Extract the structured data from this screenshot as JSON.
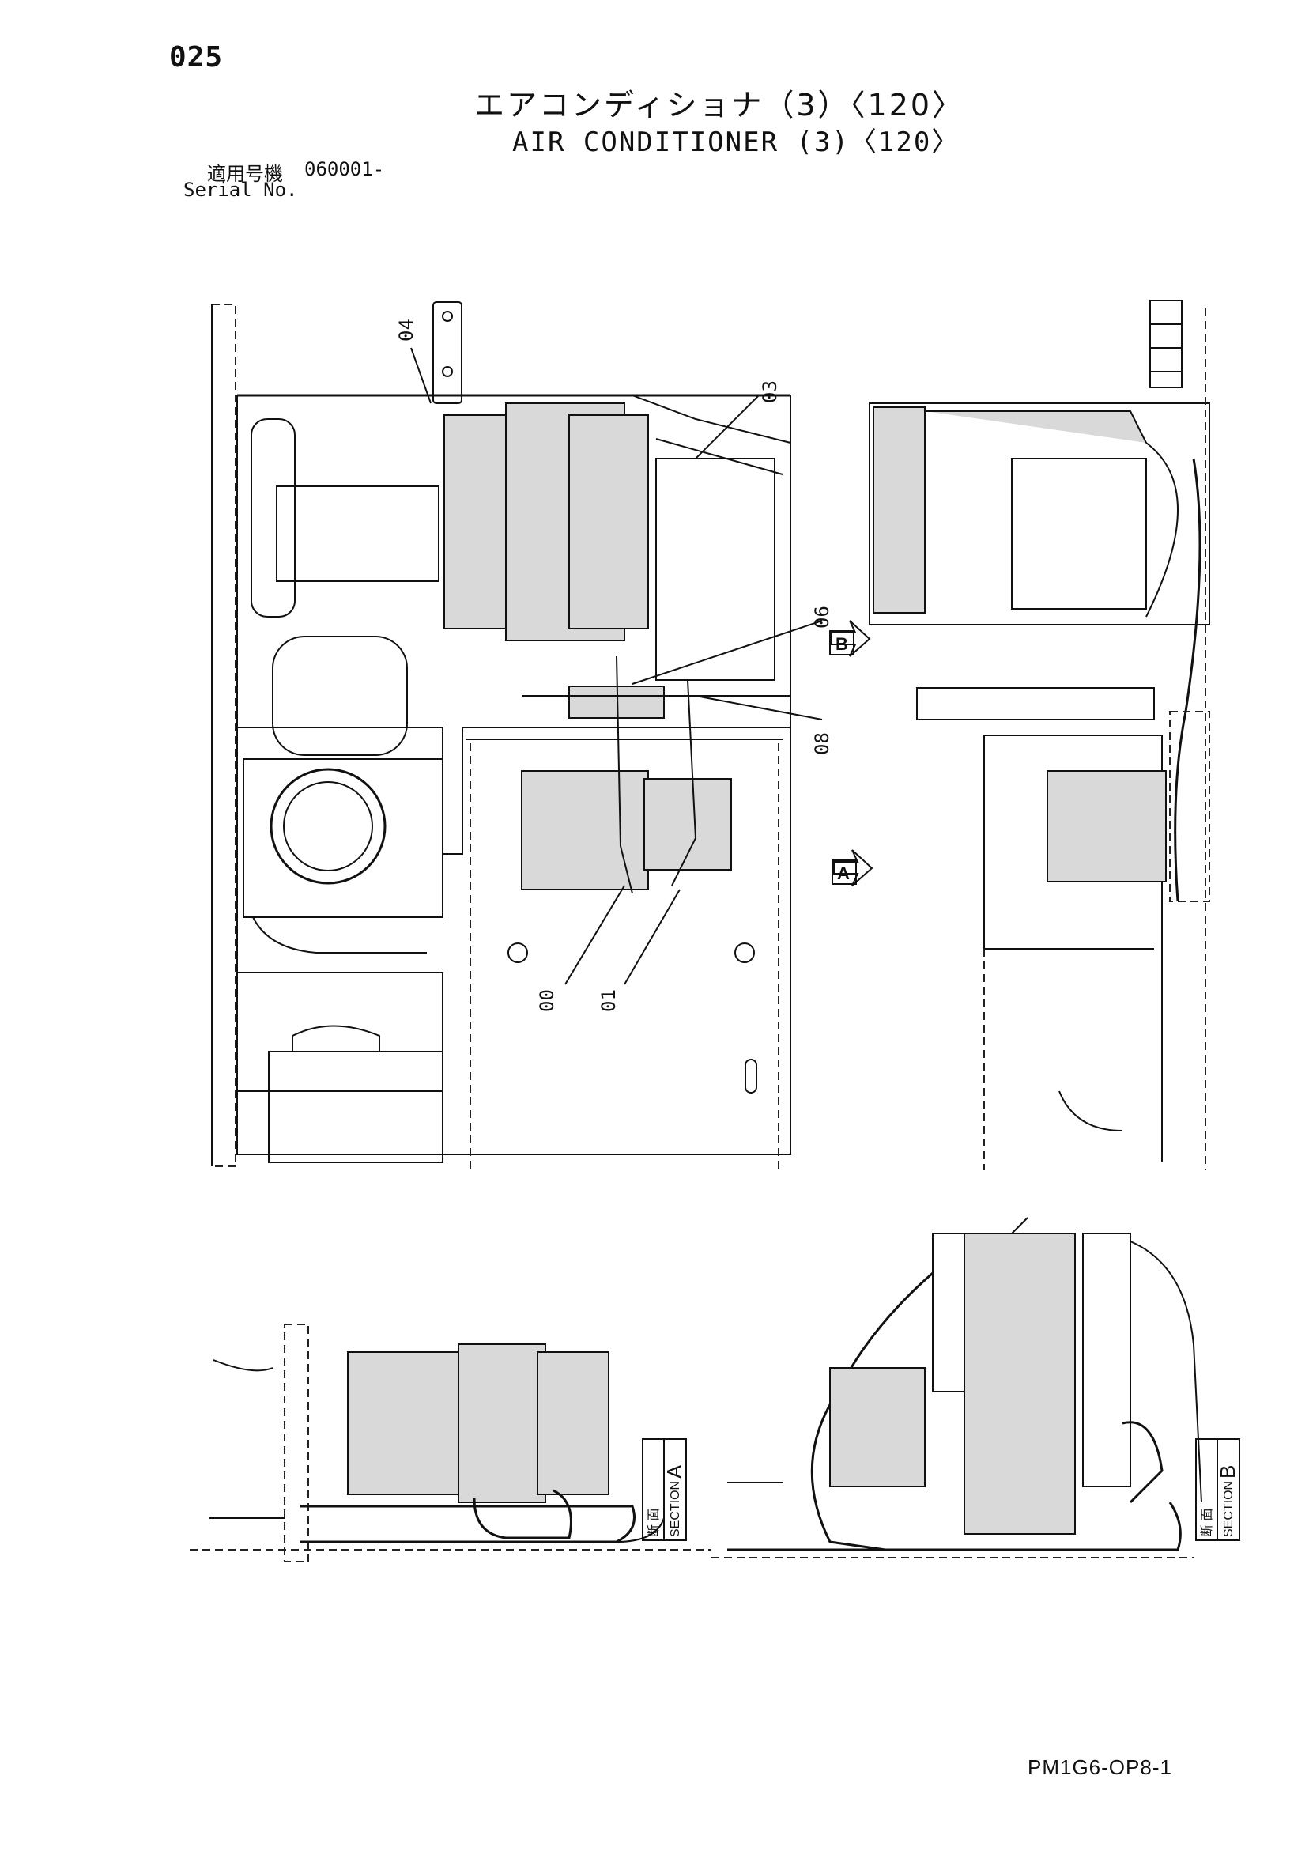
{
  "header": {
    "page_number": "025",
    "title_jp": "エアコンディショナ（3）〈120〉",
    "title_en": "AIR CONDITIONER (3)〈120〉",
    "serial_label_jp": "適用号機",
    "serial_number": "060001-",
    "serial_label_en": "Serial No."
  },
  "callouts": [
    "04",
    "03",
    "06",
    "08",
    "00",
    "01"
  ],
  "view_markers": [
    "B",
    "A"
  ],
  "sections": [
    {
      "jp": "断 面",
      "en": "SECTION",
      "letter": "A"
    },
    {
      "jp": "断 面",
      "en": "SECTION",
      "letter": "B"
    }
  ],
  "footer": {
    "doc_code": "PM1G6-OP8-1"
  }
}
